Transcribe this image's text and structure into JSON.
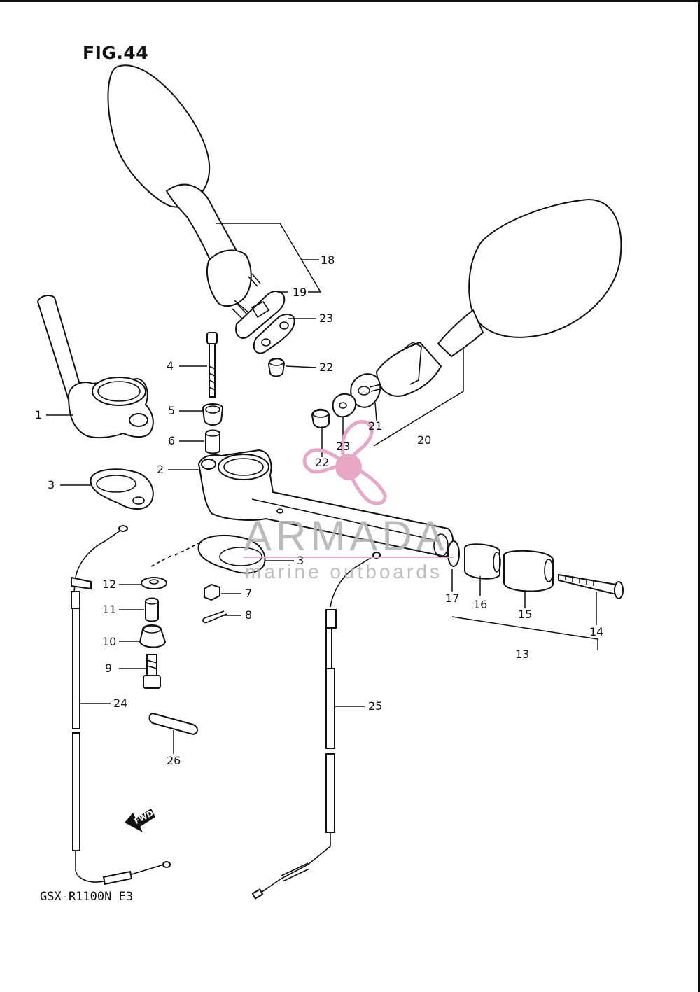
{
  "figure": {
    "title": "FIG.44",
    "model": "GSX-R1100N E3"
  },
  "watermark": {
    "name": "ARMADA",
    "tagline": "marine outboards",
    "accent_color": "#e7a8c8",
    "text_color": "#b4b4b4"
  },
  "direction_indicator": {
    "label": "FWD"
  },
  "callouts": {
    "c1": "1",
    "c2": "2",
    "c3a": "3",
    "c3b": "3",
    "c4": "4",
    "c5": "5",
    "c6": "6",
    "c7": "7",
    "c8": "8",
    "c9": "9",
    "c10": "10",
    "c11": "11",
    "c12": "12",
    "c13": "13",
    "c14": "14",
    "c15": "15",
    "c16": "16",
    "c17": "17",
    "c18": "18",
    "c19": "19",
    "c20": "20",
    "c21": "21",
    "c22a": "22",
    "c22b": "22",
    "c23a": "23",
    "c23b": "23",
    "c24": "24",
    "c25": "25",
    "c26": "26"
  }
}
